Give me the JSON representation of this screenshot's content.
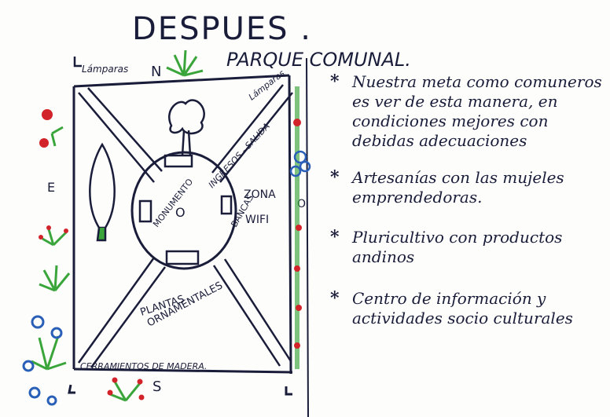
{
  "title": "DESPUES .",
  "park_name": "PARQUE COMUNAL.",
  "map_labels": {
    "lamps_top_left": "Lámparas",
    "north": "N",
    "lamps_top_right": "Lámparas",
    "entrances": "INGRESOS - SALIDA",
    "monument": "MONUMENTO",
    "benches": "BANCAS",
    "zone": "ZONA",
    "wifi": "WIFI",
    "plants_1": "PLANTAS",
    "plants_2": "ORNAMENTALES",
    "fences": "CERRAMIENTOS DE MADERA.",
    "south": "S",
    "east": "E",
    "west": "O"
  },
  "goals": [
    {
      "star": "*",
      "text": "Nuestra meta como comuneros es ver de esta manera, en condiciones mejores con debidas adecuaciones"
    },
    {
      "star": "*",
      "text": "Artesanías con las mujeles emprendedoras."
    },
    {
      "star": "*",
      "text": "Pluricultivo con productos andinos"
    },
    {
      "star": "*",
      "text": "Centro de información y actividades socio culturales"
    }
  ],
  "colors": {
    "ink": "#1a1d3a",
    "plant_green": "#3aa53a",
    "flower_red": "#d2232a",
    "flower_blue": "#2a5fb8"
  },
  "icons": [
    "tree-icon",
    "cypress-icon",
    "grass-icon",
    "flower-icon"
  ]
}
